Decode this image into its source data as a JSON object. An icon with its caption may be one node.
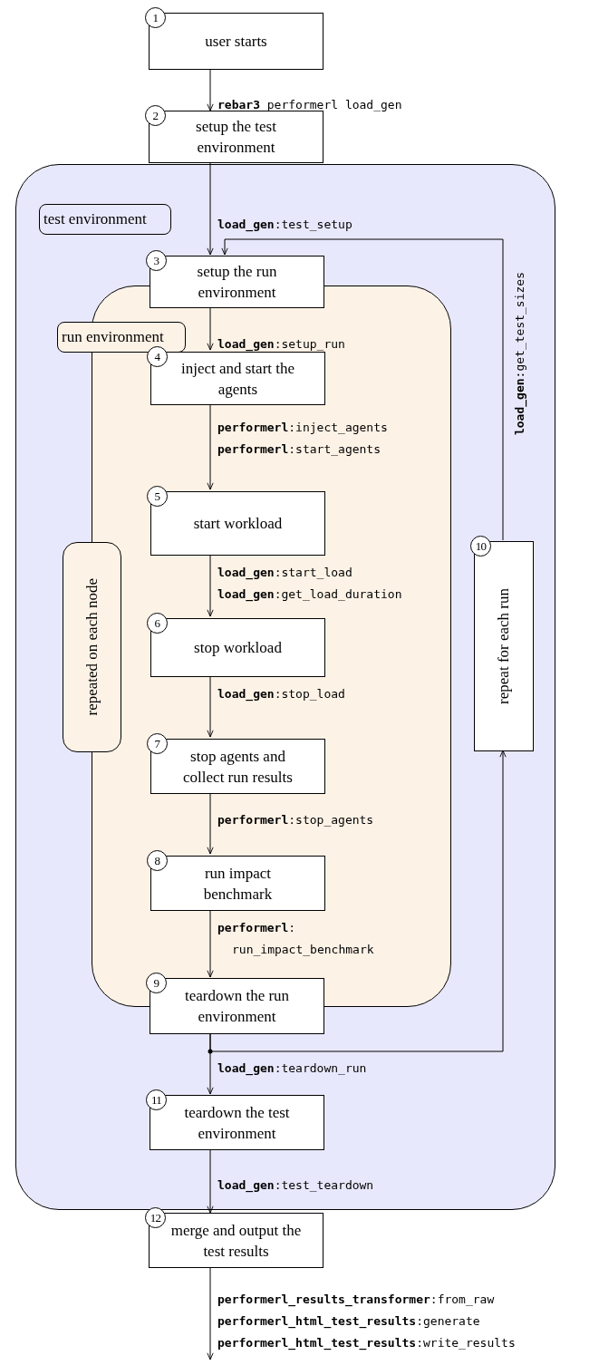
{
  "diagram": {
    "nodes": [
      {
        "text": [
          "1",
          "user starts"
        ]
      },
      {
        "text": [
          "2",
          "setup the test environment"
        ]
      },
      {
        "text": [
          "test environment"
        ]
      },
      {
        "text": [
          "3",
          "setup the run environment"
        ],
        "in": 2
      },
      {
        "text": [
          "run environment"
        ],
        "in": 2
      },
      {
        "text": [
          "4",
          "inject and start the agents"
        ],
        "in": 4
      },
      {
        "text": [
          "repeated on each node"
        ],
        "in": 4
      },
      {
        "text": [
          "5",
          "start workload"
        ],
        "in": 4
      },
      {
        "text": [
          "6",
          "stop workload"
        ],
        "in": 4
      },
      {
        "text": [
          "7",
          "stop agents and collect run results"
        ],
        "in": 4
      },
      {
        "text": [
          "8",
          "run impact benchmark"
        ],
        "in": 4
      },
      {
        "text": [
          "9",
          "teardown the run environment"
        ],
        "in": 2
      },
      {
        "text": [
          "10",
          "repeat for each run"
        ],
        "in": 2
      },
      {
        "text": [
          "11",
          "teardown the test environment"
        ],
        "in": 2
      },
      {
        "text": [
          "12",
          "merge and output the test results"
        ]
      }
    ],
    "edges": [
      {
        "from": 0,
        "to": 1,
        "arrow": "to",
        "label": "**rebar3** performerl load_gen"
      },
      {
        "from": 1,
        "to": 3,
        "arrow": "to",
        "label": "**load_gen**:test_setup"
      },
      {
        "from": 3,
        "to": 5,
        "arrow": "to",
        "label": "**load_gen**:setup_run"
      },
      {
        "from": 5,
        "to": 7,
        "arrow": "to",
        "label": "**performerl**:inject_agents **performerl**:start_agents"
      },
      {
        "from": 7,
        "to": 8,
        "arrow": "to",
        "label": "**load_gen**:start_load **load_gen**:get_load_duration"
      },
      {
        "from": 8,
        "to": 9,
        "arrow": "to",
        "label": "**load_gen**:stop_load"
      },
      {
        "from": 9,
        "to": 10,
        "arrow": "to",
        "label": "**performerl**:stop_agents"
      },
      {
        "from": 10,
        "to": 11,
        "arrow": "to",
        "label": "**performerl**: run_impact_benchmark"
      },
      {
        "from": 11,
        "to": 13,
        "arrow": "to",
        "label": "**load_gen**:teardown_run"
      },
      {
        "from": 11,
        "to": 12,
        "arrow": "to"
      },
      {
        "from": 12,
        "to": 3,
        "arrow": "to",
        "label": "**load_gen**:get_test_sizes"
      },
      {
        "from": 13,
        "to": 14,
        "arrow": "to",
        "label": "**load_gen**:test_teardown"
      },
      {
        "from": 14,
        "to": null,
        "arrow": "to",
        "label": "**performerl_results_transformer**:from_raw **performerl_html_test_results**:generate **performerl_html_test_results**:write_results"
      }
    ]
  }
}
